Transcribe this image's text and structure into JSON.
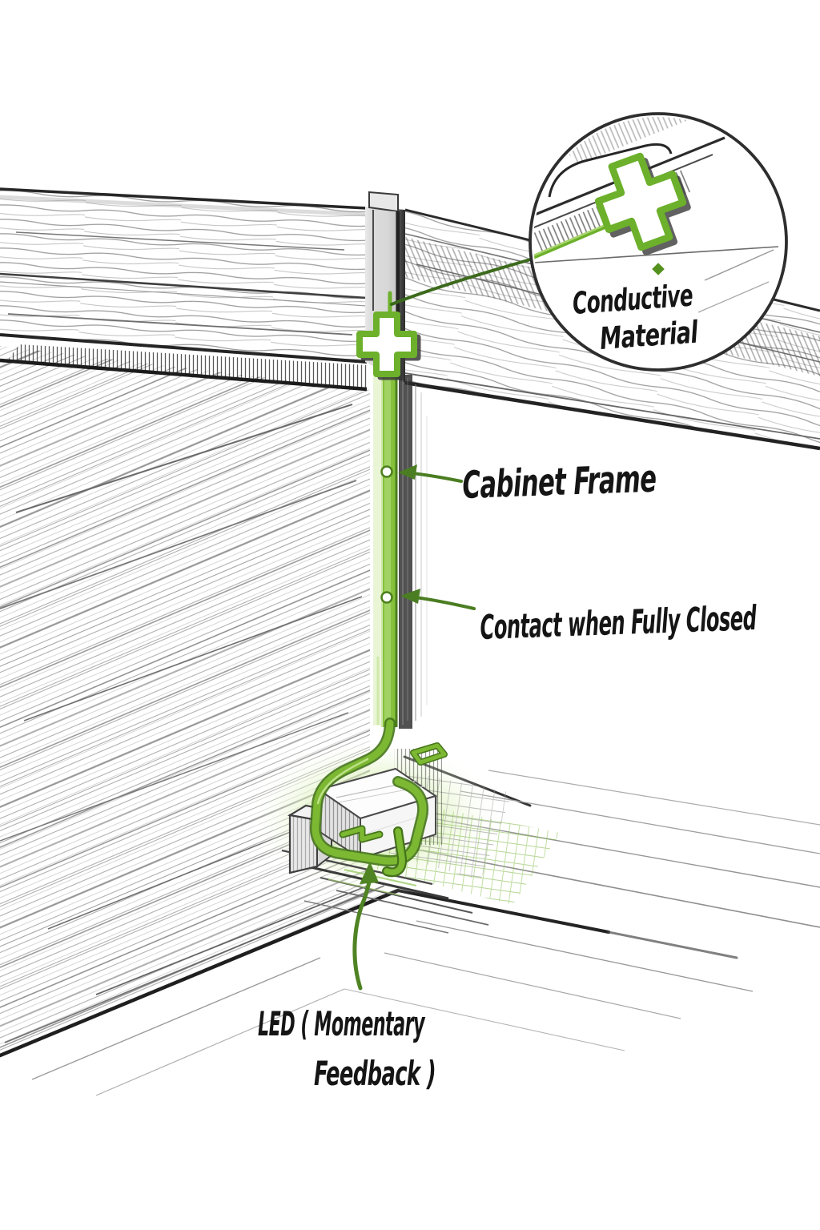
{
  "callout": {
    "line1": "Conductive",
    "line2": "Material"
  },
  "labels": {
    "cabinet_frame": "Cabinet Frame",
    "contact": "Contact when Fully Closed",
    "led_line1": "LED ( Momentary",
    "led_line2": "Feedback )"
  },
  "icons": {
    "cabinet_frame_arrow": "left-arrow",
    "contact_arrow": "left-arrow",
    "led_arrow": "up-arrow",
    "callout_circle": "magnifier-callout"
  },
  "colors": {
    "accent_green": "#6cb02b",
    "strip_green_light": "#a3d468",
    "strip_green_dark": "#4c7f1c",
    "annotation_arrow_green": "#4b7d22",
    "leader_green": "#3c6a1c",
    "glow_green": "#cdeaa0",
    "pencil_dark": "#262626",
    "pencil_mid": "#6a6a6a",
    "pencil_light": "#a6a6a6",
    "paper": "#ffffff"
  }
}
